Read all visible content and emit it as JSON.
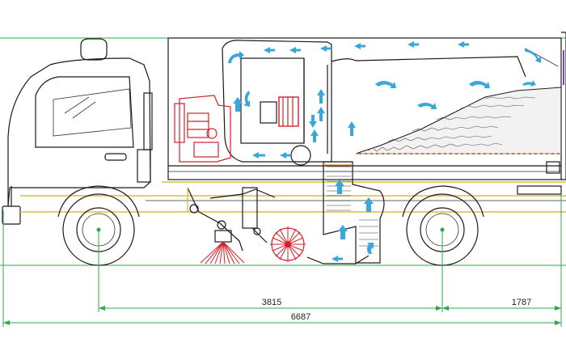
{
  "dimensions": {
    "wheelbase": "3815",
    "rear_overhang": "1787",
    "overall_length": "6687"
  },
  "colors": {
    "outline": "#1a1a1a",
    "dimension": "#2fa84a",
    "frame": "#d8c23a",
    "engine": "#d61f2a",
    "airflow": "#3aa7dc",
    "pipe_orange": "#e08a1e",
    "accent_purple": "#7a3fd6"
  }
}
